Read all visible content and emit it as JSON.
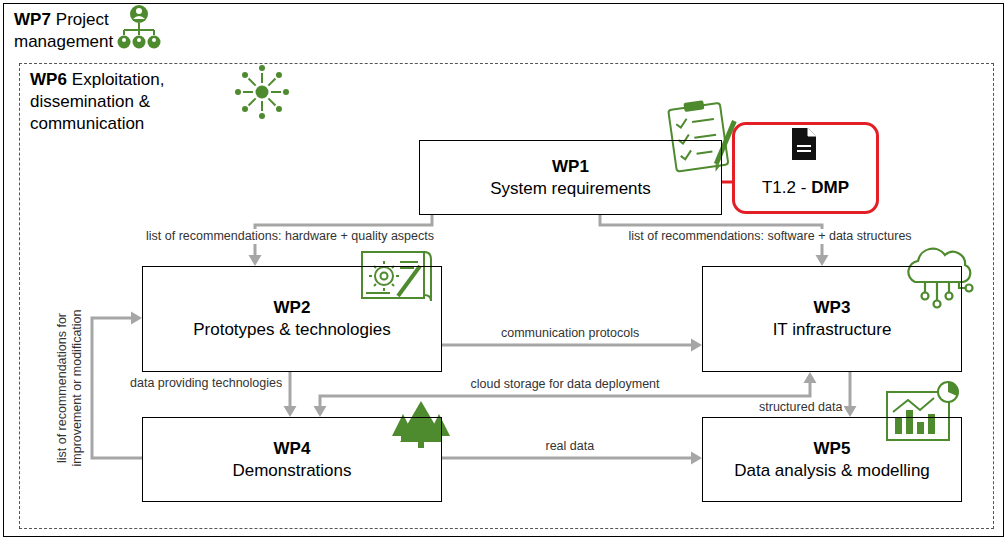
{
  "diagram": {
    "nodes": [
      {
        "text": [
          "WP7",
          "Project management"
        ]
      },
      {
        "text": [
          "WP6",
          "Exploitation, dissemination & communication"
        ],
        "in": 0
      },
      {
        "text": [
          "WP1",
          "System requirements"
        ],
        "in": 1
      },
      {
        "text": [
          "T1.2 -",
          "DMP"
        ],
        "in": 1
      },
      {
        "text": [
          "WP2",
          "Prototypes & technologies"
        ],
        "in": 1
      },
      {
        "text": [
          "WP3",
          "IT infrastructure"
        ],
        "in": 1
      },
      {
        "text": [
          "WP4",
          "Demonstrations"
        ],
        "in": 1
      },
      {
        "text": [
          "WP5",
          "Data analysis & modelling"
        ],
        "in": 1
      }
    ],
    "edges": [
      {
        "from": 2,
        "to": 3,
        "arrow": "none"
      },
      {
        "from": 2,
        "to": 4,
        "arrow": "to",
        "label": "list of recommendations: hardware + quality aspects"
      },
      {
        "from": 2,
        "to": 5,
        "arrow": "to",
        "label": "list of recommendations: software + data structures"
      },
      {
        "from": 4,
        "to": 5,
        "arrow": "to",
        "label": "communication protocols"
      },
      {
        "from": 4,
        "to": 6,
        "arrow": "to",
        "label": "data providing technologies"
      },
      {
        "from": 6,
        "to": 4,
        "arrow": "to",
        "label": "list of recommendations for improvement or modification"
      },
      {
        "from": 5,
        "to": 6,
        "arrow": "both",
        "label": "cloud storage for data deployment"
      },
      {
        "from": 5,
        "to": 7,
        "arrow": "to",
        "label": "structured data"
      },
      {
        "from": 6,
        "to": 7,
        "arrow": "to",
        "label": "real data"
      }
    ]
  }
}
